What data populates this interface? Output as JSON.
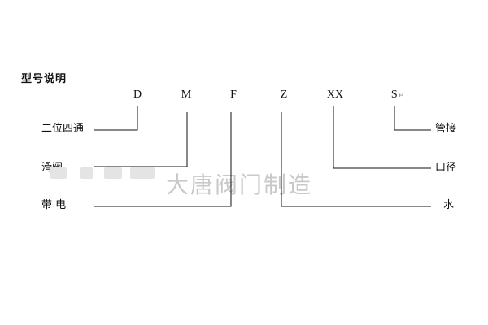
{
  "title": "型号说明",
  "codes": [
    "D",
    "M",
    "F",
    "Z",
    "XX",
    "S"
  ],
  "code_suffix_mark": "↵",
  "labels_left": [
    "二位四通",
    "滑阀",
    "带 电"
  ],
  "labels_right": [
    "管接",
    "口径",
    "水"
  ],
  "watermark": "大唐阀门制造",
  "line_color": "#111111"
}
